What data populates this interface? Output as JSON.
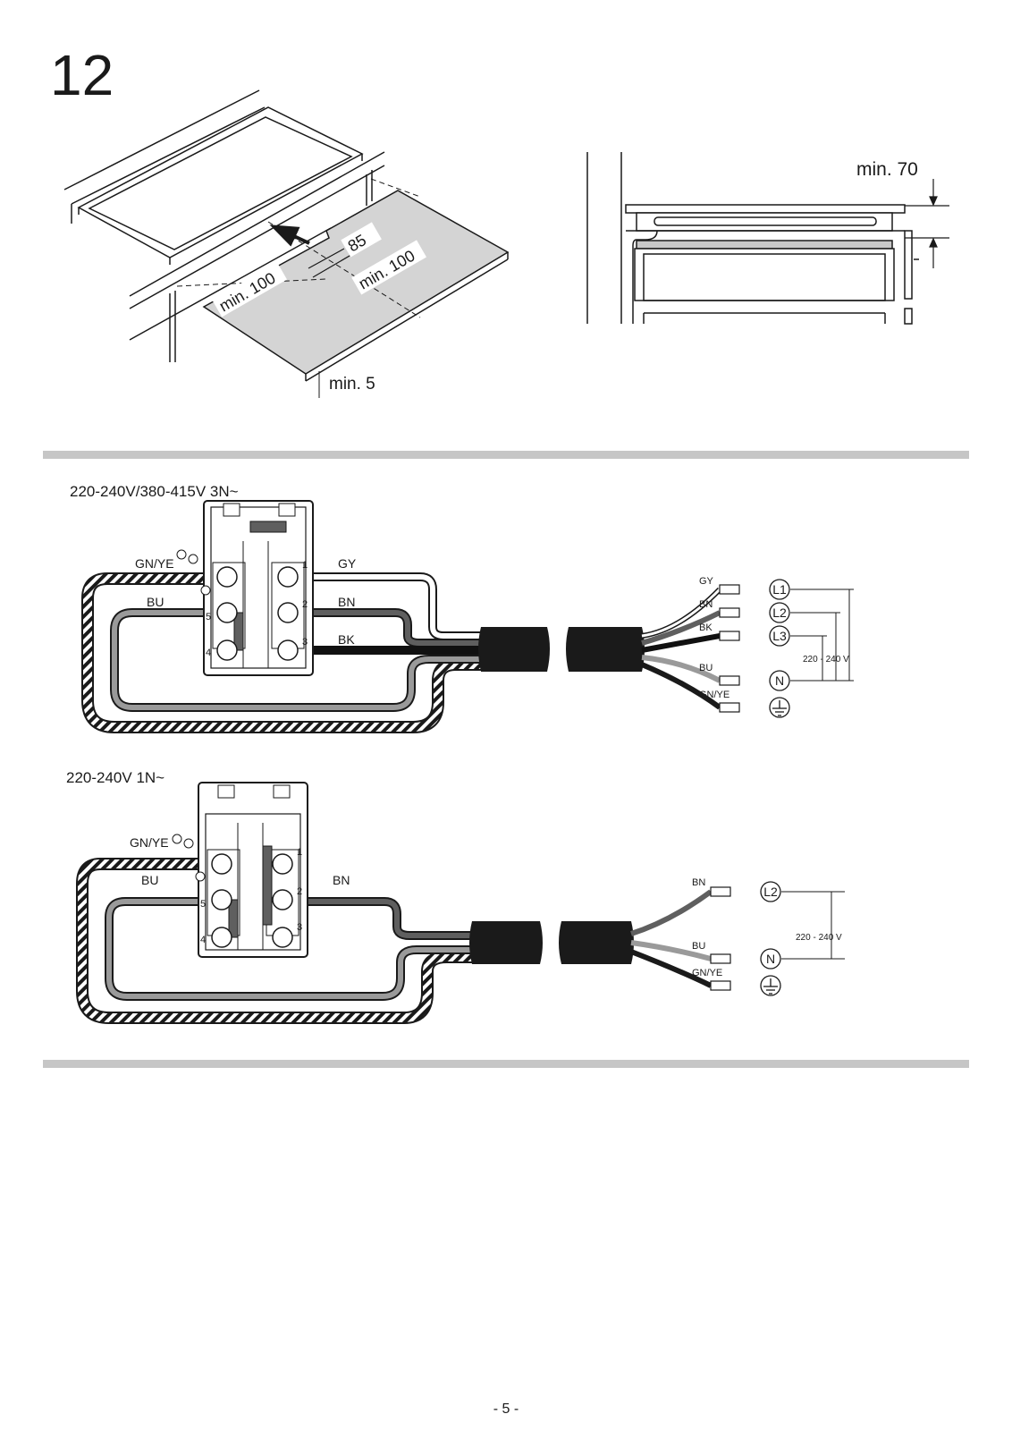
{
  "page": {
    "step_number": "12",
    "footer": "- 5 -"
  },
  "installation": {
    "min_side": "min. 100",
    "min_front": "min. 100",
    "depth": "85",
    "min_gap": "min. 5",
    "min_top": "min. 70"
  },
  "wiring_3n": {
    "caption": "220-240V/380-415V 3N~",
    "labels": {
      "gnye": "GN/YE",
      "bu": "BU",
      "gy": "GY",
      "bn": "BN",
      "bk": "BK"
    },
    "terminals": [
      "1",
      "2",
      "3",
      "4",
      "5"
    ],
    "cable_ends": [
      "GY",
      "BN",
      "BK",
      "BU",
      "GN/YE"
    ],
    "phases": [
      "L1",
      "L2",
      "L3",
      "N"
    ],
    "voltage": "220 - 240 V"
  },
  "wiring_1n": {
    "caption": "220-240V 1N~",
    "labels": {
      "gnye": "GN/YE",
      "bu": "BU",
      "bn": "BN"
    },
    "terminals": [
      "1",
      "2",
      "3",
      "4",
      "5"
    ],
    "cable_ends": [
      "BN",
      "BU",
      "GN/YE"
    ],
    "phases": [
      "L2",
      "N"
    ],
    "voltage": "220 - 240 V"
  },
  "colors": {
    "rule": "#c6c6c6",
    "sheath": "#1a1a1a",
    "bn": "#5f5f5f",
    "bu": "#9a9a9a",
    "gy": "#ffffff",
    "bk": "#111111"
  }
}
